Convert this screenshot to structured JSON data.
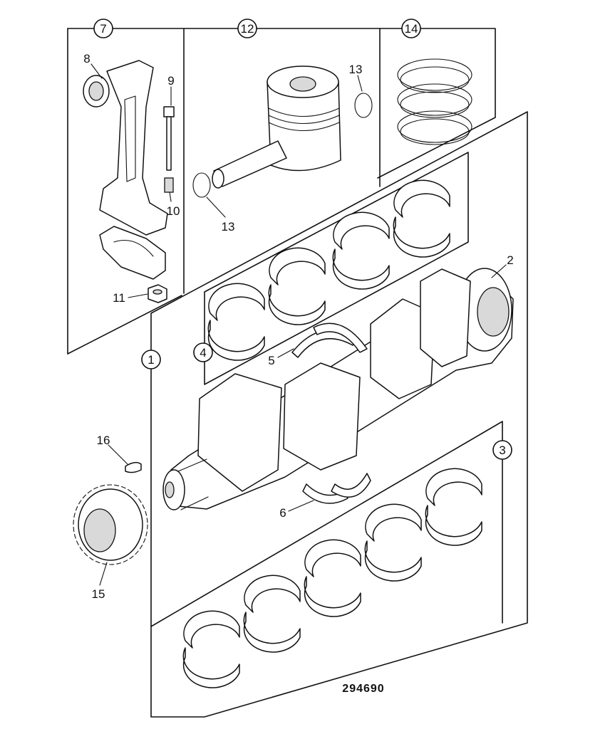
{
  "diagram": {
    "part_number": "294690",
    "callouts": {
      "c1": "1",
      "c2": "2",
      "c3": "3",
      "c4": "4",
      "c5": "5",
      "c6": "6",
      "c7": "7",
      "c8": "8",
      "c9": "9",
      "c10": "10",
      "c11": "11",
      "c12": "12",
      "c13a": "13",
      "c13b": "13",
      "c14": "14",
      "c15": "15",
      "c16": "16"
    }
  }
}
